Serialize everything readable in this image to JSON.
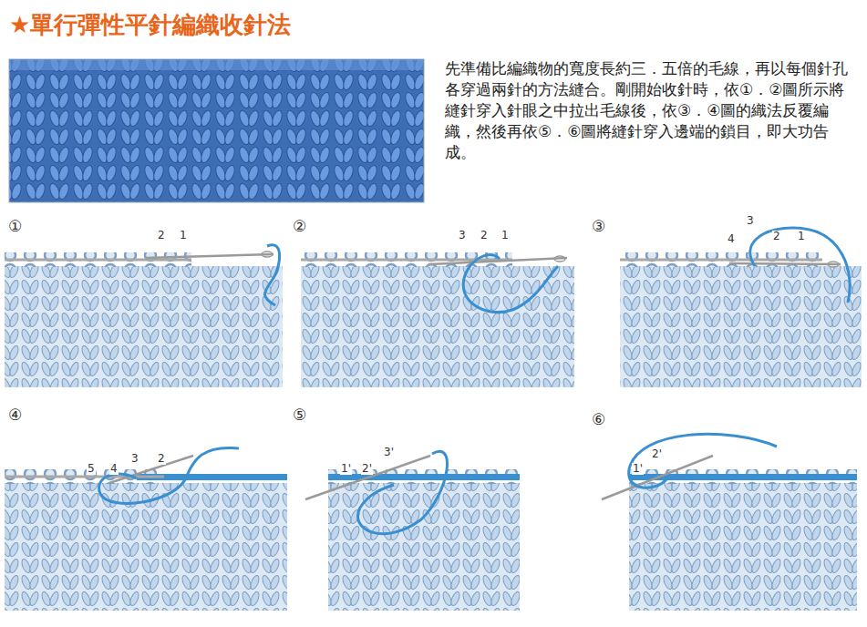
{
  "diagram": {
    "title": "★單行彈性平針編織收針法",
    "labels": [
      "先準備比編織物的寬度長約三．五倍的毛線，再以每個針孔各穿過兩針的方法縫合。剛開始收針時，依①．②圖所示將縫針穿入針眼之中拉出毛線後，依③．④圖的織法反覆編織，然後再依⑤．⑥圖將縫針穿入邊端的鎖目，即大功告成。",
      "①",
      "2",
      "1",
      "②",
      "3",
      "2",
      "1",
      "③",
      "4",
      "3",
      "2",
      "1",
      "④",
      "5",
      "4",
      "3",
      "2",
      "⑤",
      "1'",
      "2'",
      "3'",
      "⑥",
      "1'",
      "2'"
    ]
  }
}
